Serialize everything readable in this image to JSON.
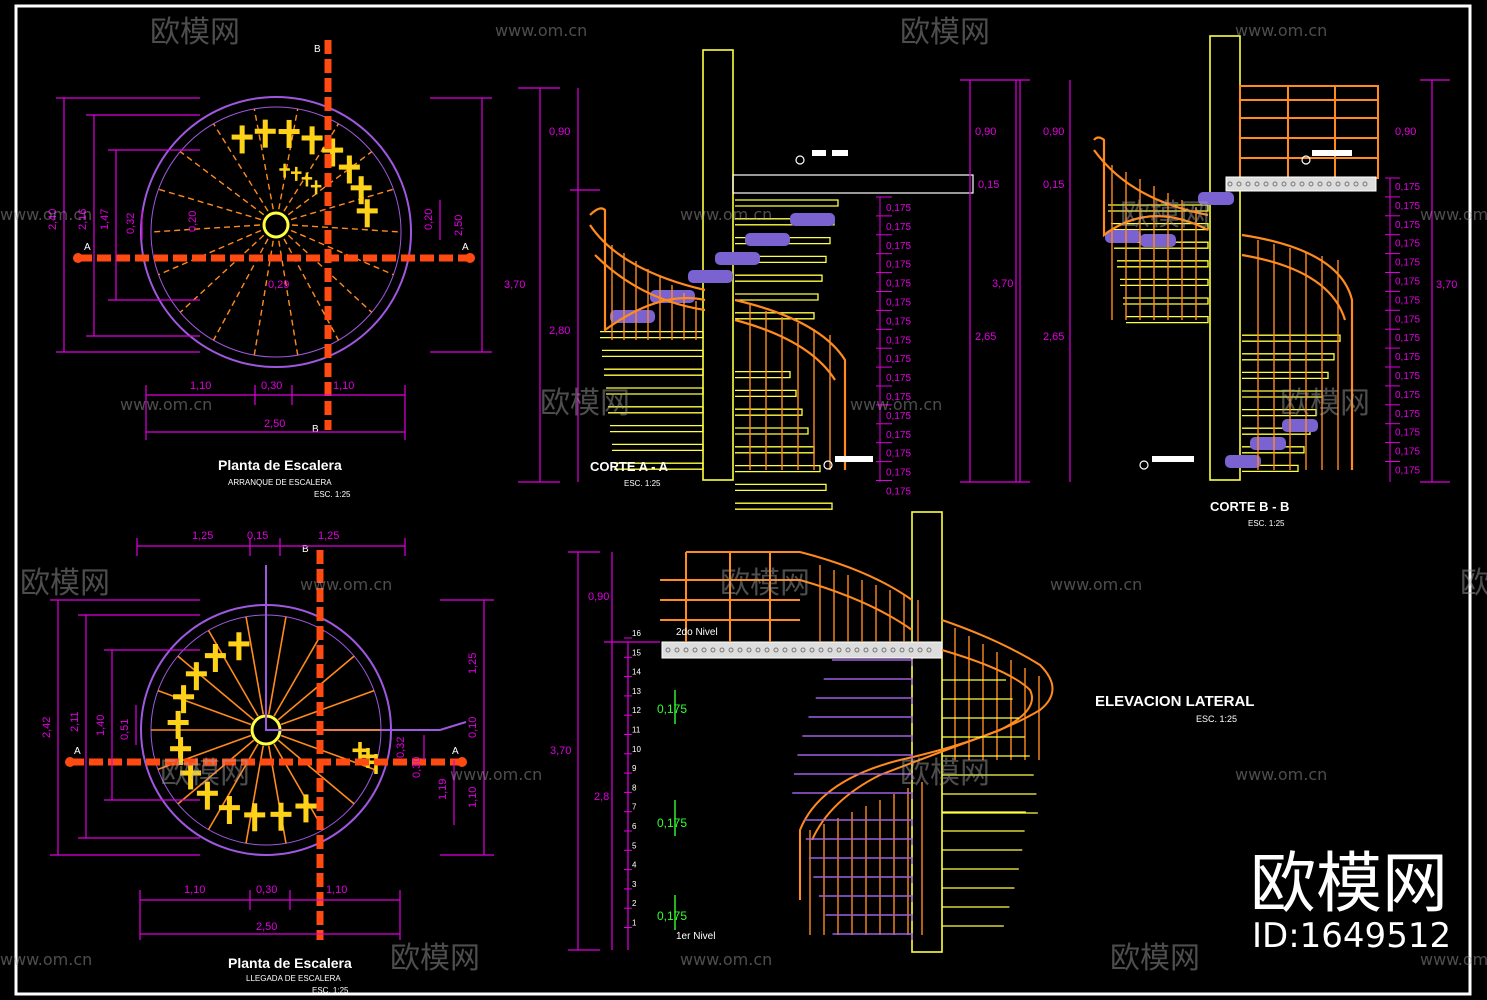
{
  "watermark": {
    "brand": "欧模网",
    "url": "www.om.cn",
    "logo_text": "欧模网",
    "id_text": "ID:1649512"
  },
  "plan_top": {
    "title": "Planta de Escalera",
    "subtitle": "ARRANQUE DE ESCALERA",
    "scale": "ESC. 1:25",
    "dims_left": [
      "2,40",
      "2,16",
      "1,47",
      "0,32"
    ],
    "dims_right": [
      "0,20",
      "2,50"
    ],
    "dim_center": "0,20",
    "dim_inner": "0,29",
    "dims_bottom": [
      "1,10",
      "0,30",
      "1,10"
    ],
    "dim_total": "2,50",
    "axis_a": "A",
    "axis_b": "B"
  },
  "plan_bottom": {
    "title": "Planta de Escalera",
    "subtitle": "LLEGADA DE ESCALERA",
    "scale": "ESC. 1:25",
    "dims_top": [
      "1,25",
      "0,15",
      "1,25"
    ],
    "dims_left": [
      "2,42",
      "2,11",
      "1,40",
      "0,51"
    ],
    "dims_right": [
      "1,25",
      "0,10",
      "1,19",
      "1,10"
    ],
    "dim_small": "0,32",
    "dim_small2": "0,30",
    "dims_bottom": [
      "1,10",
      "0,30",
      "1,10"
    ],
    "dim_total": "2,50",
    "axis_a": "A",
    "axis_b": "B"
  },
  "section_a": {
    "title": "CORTE A - A",
    "scale": "ESC. 1:25",
    "dims_left": [
      "0,90",
      "3,70",
      "2,80"
    ],
    "dims_right": [
      "0,90",
      "0,15",
      "3,70",
      "2,65"
    ],
    "riser": "0,175"
  },
  "section_b": {
    "title": "CORTE B - B",
    "scale": "ESC. 1:25",
    "dims_left": [
      "0,90",
      "0,15",
      "2,65"
    ],
    "dims_right": [
      "0,90",
      "3,70"
    ],
    "riser": "0,175"
  },
  "elevation": {
    "title": "ELEVACION LATERAL",
    "scale": "ESC. 1:25",
    "level_top": "2do Nivel",
    "level_bottom": "1er Nivel",
    "dims_left": [
      "0,90",
      "3,70",
      "2,8"
    ],
    "riser": "0,175",
    "step_numbers": [
      "16",
      "15",
      "14",
      "13",
      "12",
      "11",
      "10",
      "9",
      "8",
      "7",
      "6",
      "5",
      "4",
      "3",
      "2",
      "1"
    ]
  },
  "colors": {
    "magenta": "#e000e0",
    "orange": "#ff8a1e",
    "red": "#ff4a12",
    "yellow": "#ffff40",
    "purple": "#8a6ad8",
    "white": "#ffffff",
    "green": "#30ff30"
  }
}
